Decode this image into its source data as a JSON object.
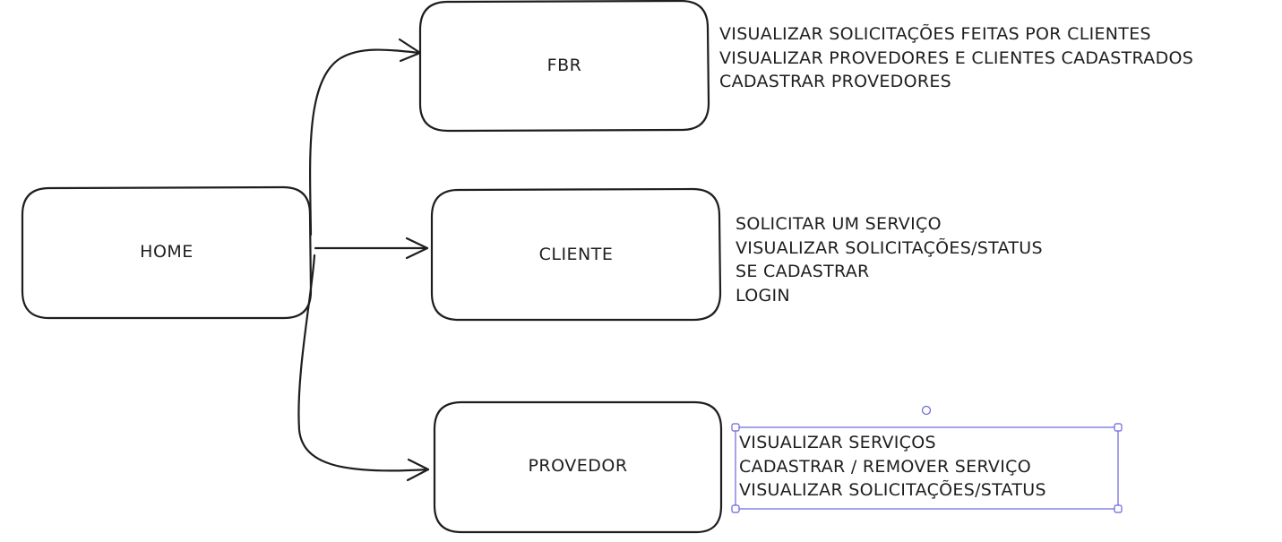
{
  "nodes": {
    "home": "HOME",
    "fbr": "FBR",
    "cliente": "CLIENTE",
    "provedor": "PROVEDOR"
  },
  "notes": {
    "fbr": [
      "VISUALIZAR SOLICITAÇÕES FEITAS POR CLIENTES",
      "VISUALIZAR PROVEDORES E CLIENTES CADASTRADOS",
      "CADASTRAR PROVEDORES"
    ],
    "cliente": [
      "SOLICITAR UM SERVIÇO",
      "VISUALIZAR SOLICITAÇÕES/STATUS",
      "SE CADASTRAR",
      "LOGIN"
    ],
    "provedor": [
      "VISUALIZAR SERVIÇOS",
      "CADASTRAR / REMOVER SERVIÇO",
      "VISUALIZAR SOLICITAÇÕES/STATUS"
    ]
  },
  "colors": {
    "stroke": "#1e1e1e",
    "selection": "#6965db"
  }
}
